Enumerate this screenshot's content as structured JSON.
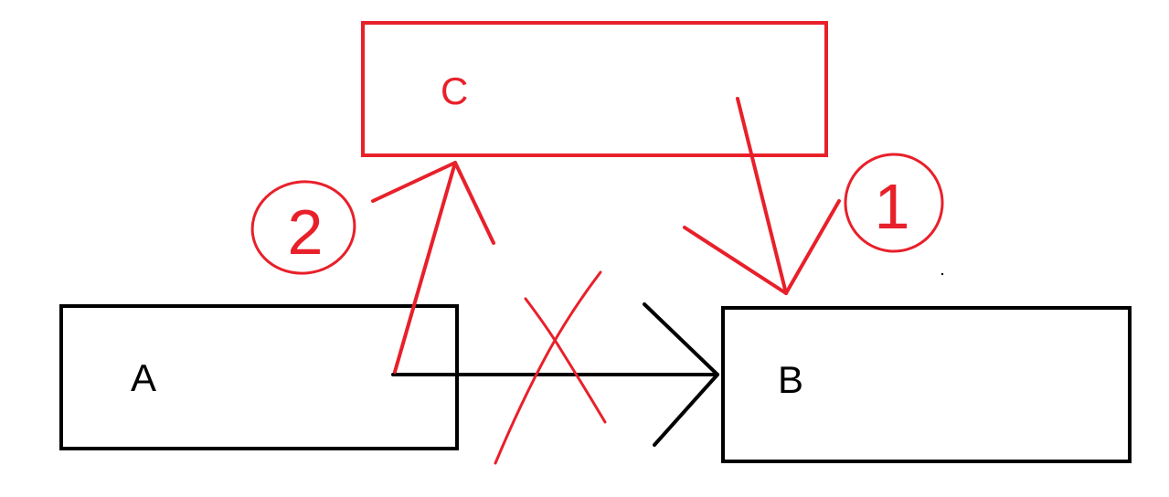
{
  "colors": {
    "black": "#000000",
    "red": "#e8202a"
  },
  "nodes": {
    "a": {
      "label": "A"
    },
    "b": {
      "label": "B"
    },
    "c": {
      "label": "C"
    }
  },
  "steps": {
    "first": {
      "marker": "1"
    },
    "second": {
      "marker": "2"
    }
  },
  "crossed_out": true
}
